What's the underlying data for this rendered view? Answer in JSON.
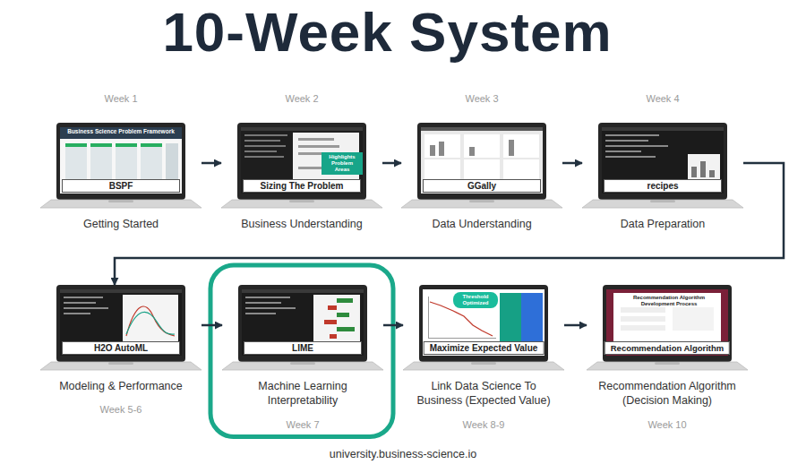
{
  "diagram": {
    "title": "10-Week System",
    "caption": "university.business-science.io",
    "nodes": [
      {
        "text": [
          "Week 1",
          "BSPF",
          "Getting Started"
        ]
      },
      {
        "text": [
          "Week 2",
          "Sizing The Problem",
          "Business Understanding"
        ]
      },
      {
        "text": [
          "Week 3",
          "GGally",
          "Data Understanding"
        ]
      },
      {
        "text": [
          "Week 4",
          "recipes",
          "Data Preparation"
        ]
      },
      {
        "text": [
          "H2O AutoML",
          "Modeling & Performance",
          "Week 5-6"
        ]
      },
      {
        "text": [
          "LIME",
          "Machine Learning Interpretability",
          "Week 7"
        ]
      },
      {
        "text": [
          "Maximize Expected Value",
          "Link Data Science To Business (Expected Value)",
          "Week 8-9"
        ]
      },
      {
        "text": [
          "Recommendation Algorithm",
          "Recommendation Algorithm (Decision Making)",
          "Week 10"
        ]
      }
    ],
    "edges": [
      {
        "from": 0,
        "to": 1,
        "arrow": "to"
      },
      {
        "from": 1,
        "to": 2,
        "arrow": "to"
      },
      {
        "from": 2,
        "to": 3,
        "arrow": "to"
      },
      {
        "from": 3,
        "to": 4,
        "arrow": "to"
      },
      {
        "from": 4,
        "to": 5,
        "arrow": "to"
      },
      {
        "from": 5,
        "to": 6,
        "arrow": "to"
      },
      {
        "from": 6,
        "to": 7,
        "arrow": "to"
      }
    ],
    "labels": [
      "Business Science Problem Framework",
      "Highlights Problem Areas",
      "Threshold Optimized",
      "Recommendation Algorithm Development Process"
    ]
  }
}
